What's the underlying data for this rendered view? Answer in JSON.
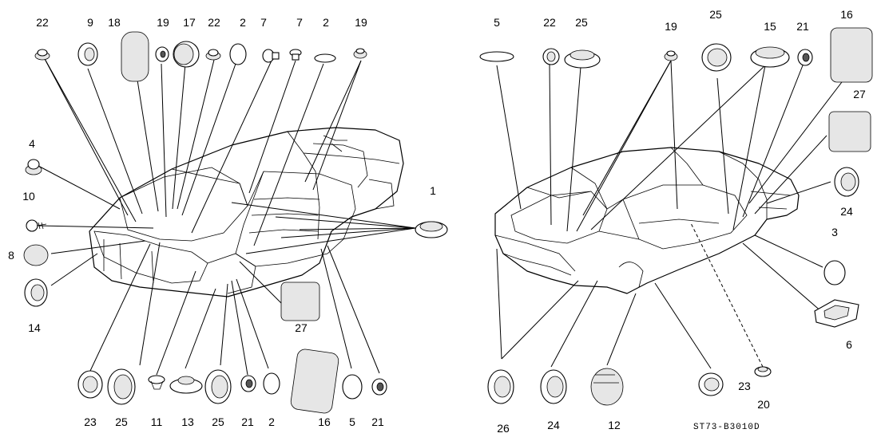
{
  "labels": {
    "left": {
      "top_row": [
        "22",
        "9",
        "18",
        "19",
        "17",
        "22",
        "2",
        "7",
        "7",
        "2",
        "19"
      ],
      "side": [
        "4",
        "10",
        "8",
        "14"
      ],
      "right": [
        "1",
        "27"
      ],
      "bottom_row": [
        "23",
        "25",
        "11",
        "13",
        "25",
        "21",
        "2",
        "16",
        "5",
        "21"
      ]
    },
    "right": {
      "top_row": [
        "5",
        "22",
        "25",
        "19",
        "25",
        "15",
        "21",
        "16"
      ],
      "side": [
        "27",
        "24",
        "3",
        "6"
      ],
      "bottom_row": [
        "26",
        "24",
        "12",
        "23",
        "20"
      ]
    }
  },
  "drawing_code": "ST73-B3010D"
}
